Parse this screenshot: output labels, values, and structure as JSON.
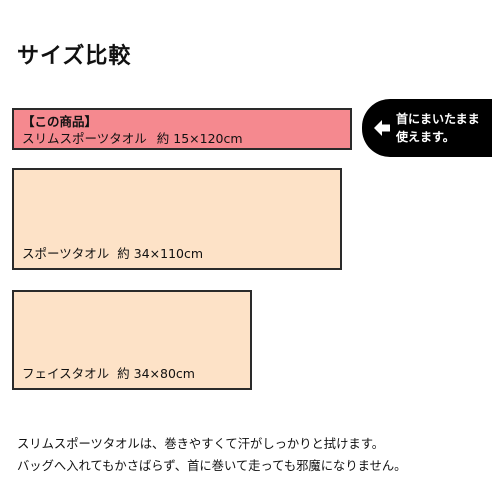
{
  "title": "サイズ比較",
  "towels": {
    "slim": {
      "tag": "【この商品】",
      "name": "スリムスポーツタオル",
      "size": "約 15×120cm"
    },
    "sport": {
      "name": "スポーツタオル",
      "size": "約 34×110cm"
    },
    "face": {
      "name": "フェイスタオル",
      "size": "約 34×80cm"
    }
  },
  "callout": {
    "line1": "首にまいたまま",
    "line2": "使えます。",
    "icon": "arrow-left-icon"
  },
  "description": {
    "line1": "スリムスポーツタオルは、巻きやすくて汗がしっかりと拭けます。",
    "line2": "バッグへ入れてもかさばらず、首に巻いて走っても邪魔になりません。"
  },
  "colors": {
    "highlight_towel": "#f5898f",
    "standard_towel": "#fde2c7",
    "callout_bg": "#000000"
  }
}
